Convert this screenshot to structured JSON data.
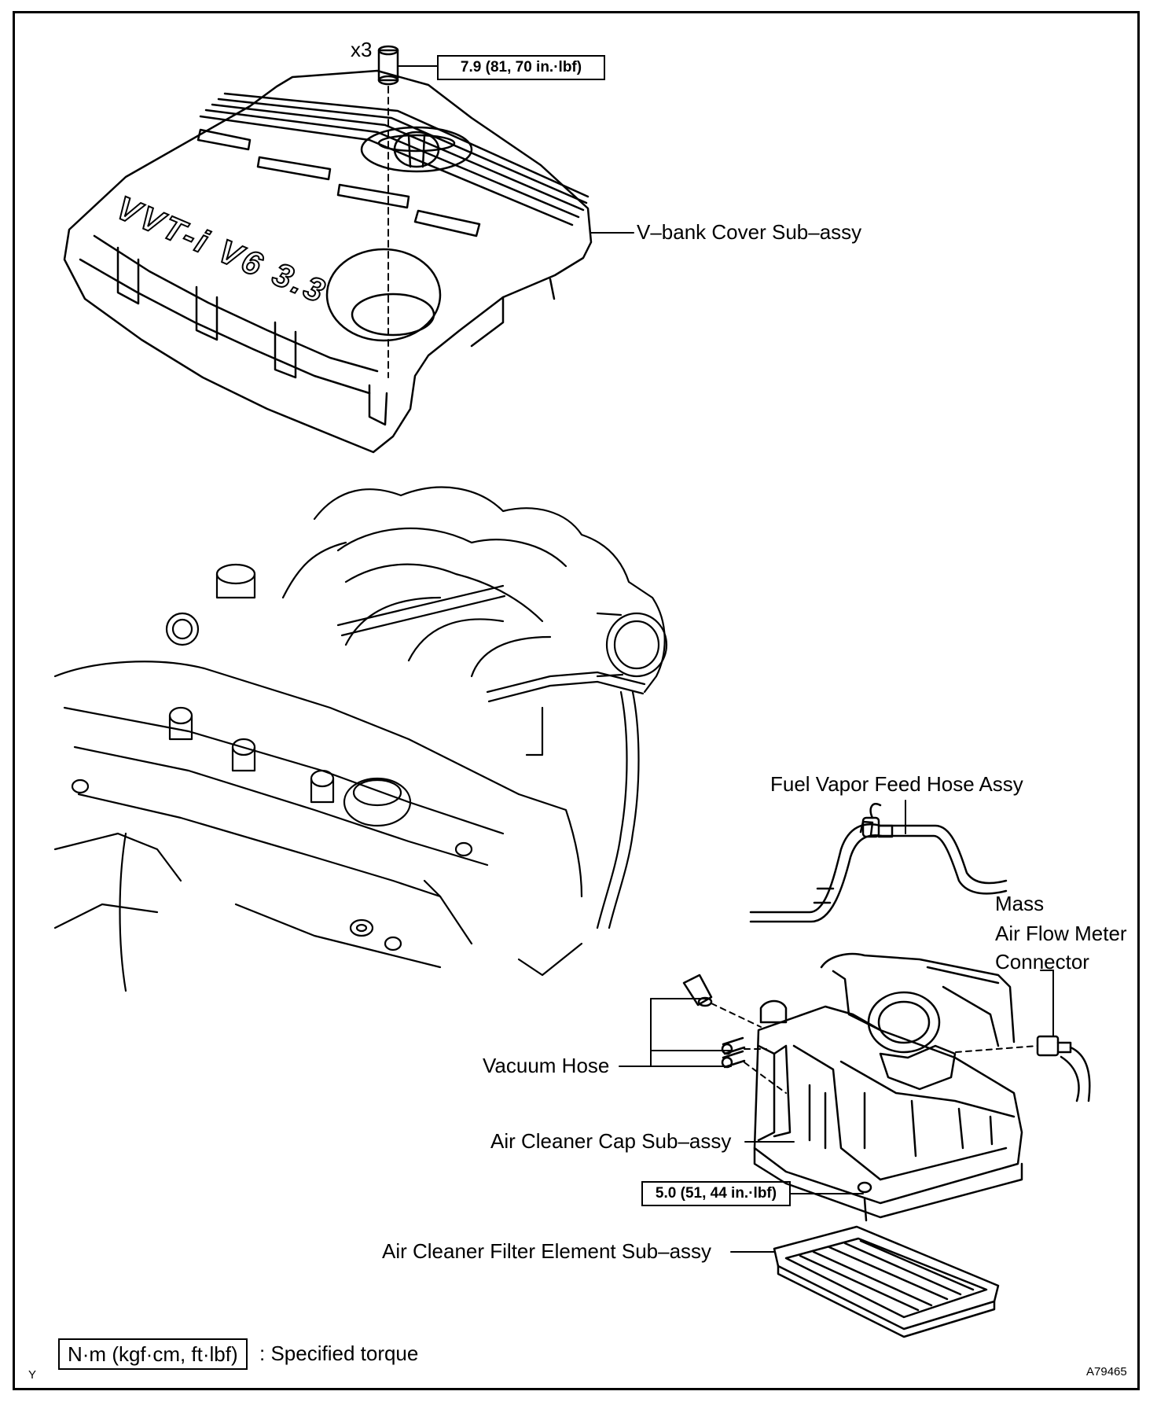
{
  "labels": {
    "qty": "x3",
    "torque_top": "7.9 (81, 70 in.·lbf)",
    "vbank_cover": "V–bank Cover Sub–assy",
    "fuel_vapor_hose": "Fuel Vapor Feed Hose Assy",
    "maf_line1": "Mass",
    "maf_line2": "Air Flow Meter",
    "maf_line3": "Connector",
    "vacuum_hose": "Vacuum Hose",
    "air_cleaner_cap": "Air Cleaner Cap Sub–assy",
    "torque_bottom": "5.0 (51, 44 in.·lbf)",
    "filter_element": "Air Cleaner Filter Element Sub–assy",
    "cover_text": "VVT-i V6 3.3"
  },
  "legend": {
    "units": "N·m (kgf·cm, ft·lbf)",
    "description": ": Specified torque"
  },
  "corner": {
    "left": "Y",
    "right": "A79465"
  }
}
